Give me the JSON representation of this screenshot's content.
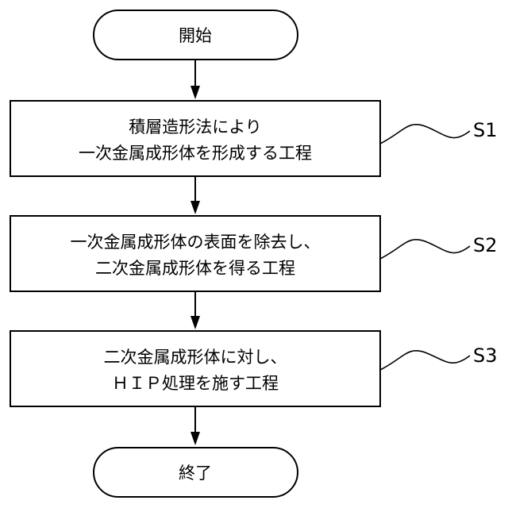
{
  "terminals": {
    "start": "開始",
    "end": "終了"
  },
  "steps": [
    {
      "id": "S1",
      "line1": "積層造形法により",
      "line2": "一次金属成形体を形成する工程"
    },
    {
      "id": "S2",
      "line1": "一次金属成形体の表面を除去し、",
      "line2": "二次金属成形体を得る工程"
    },
    {
      "id": "S3",
      "line1": "二次金属成形体に対し、",
      "line2": "ＨＩＰ処理を施す工程"
    }
  ]
}
